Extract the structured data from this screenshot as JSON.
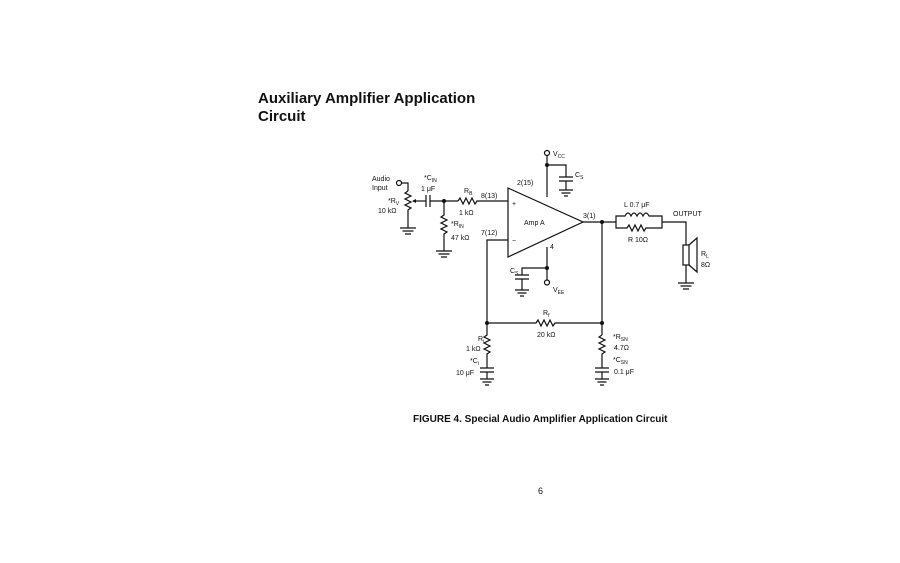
{
  "heading": {
    "line1": "Auxiliary Amplifier Application",
    "line2": "Circuit"
  },
  "figure_caption": "FIGURE 4. Special Audio Amplifier Application Circuit",
  "page_number": "6",
  "circuit": {
    "audio_input": {
      "line1": "Audio",
      "line2": "Input"
    },
    "rv": {
      "prefix": "*R",
      "sub": "V",
      "value": "10 kΩ"
    },
    "cin": {
      "prefix": "*C",
      "sub": "IN",
      "value": "1 μF"
    },
    "rb": {
      "prefix": "R",
      "sub": "B",
      "value": "1 kΩ"
    },
    "rin": {
      "prefix": "*R",
      "sub": "IN",
      "value": "47 kΩ"
    },
    "pin_noninv": "8(13)",
    "pin_inv": "7(12)",
    "pin_vcc": "2(15)",
    "pin_out": "3(1)",
    "pin_vee": "4",
    "plus_sign": "+",
    "minus_sign": "−",
    "amp_label": "Amp A",
    "vcc": {
      "prefix": "V",
      "sub": "CC"
    },
    "vee": {
      "prefix": "V",
      "sub": "EE"
    },
    "cs_top": {
      "prefix": "C",
      "sub": "S"
    },
    "cs_bottom": {
      "prefix": "C",
      "sub": "S"
    },
    "inductor": "L 0.7 μF",
    "r_parallel": "R 10Ω",
    "output_label": "OUTPUT",
    "rl": {
      "prefix": "R",
      "sub": "L",
      "value": "8Ω"
    },
    "rf": {
      "prefix": "R",
      "sub": "f",
      "value": "20 kΩ"
    },
    "ri": {
      "prefix": "R",
      "sub": "i",
      "value": "1 kΩ"
    },
    "ci": {
      "prefix": "*C",
      "sub": "i",
      "value": "10 μF"
    },
    "rsn": {
      "prefix": "*R",
      "sub": "SN",
      "value": "4.7Ω"
    },
    "csn": {
      "prefix": "*C",
      "sub": "SN",
      "value": "0.1 μF"
    }
  }
}
